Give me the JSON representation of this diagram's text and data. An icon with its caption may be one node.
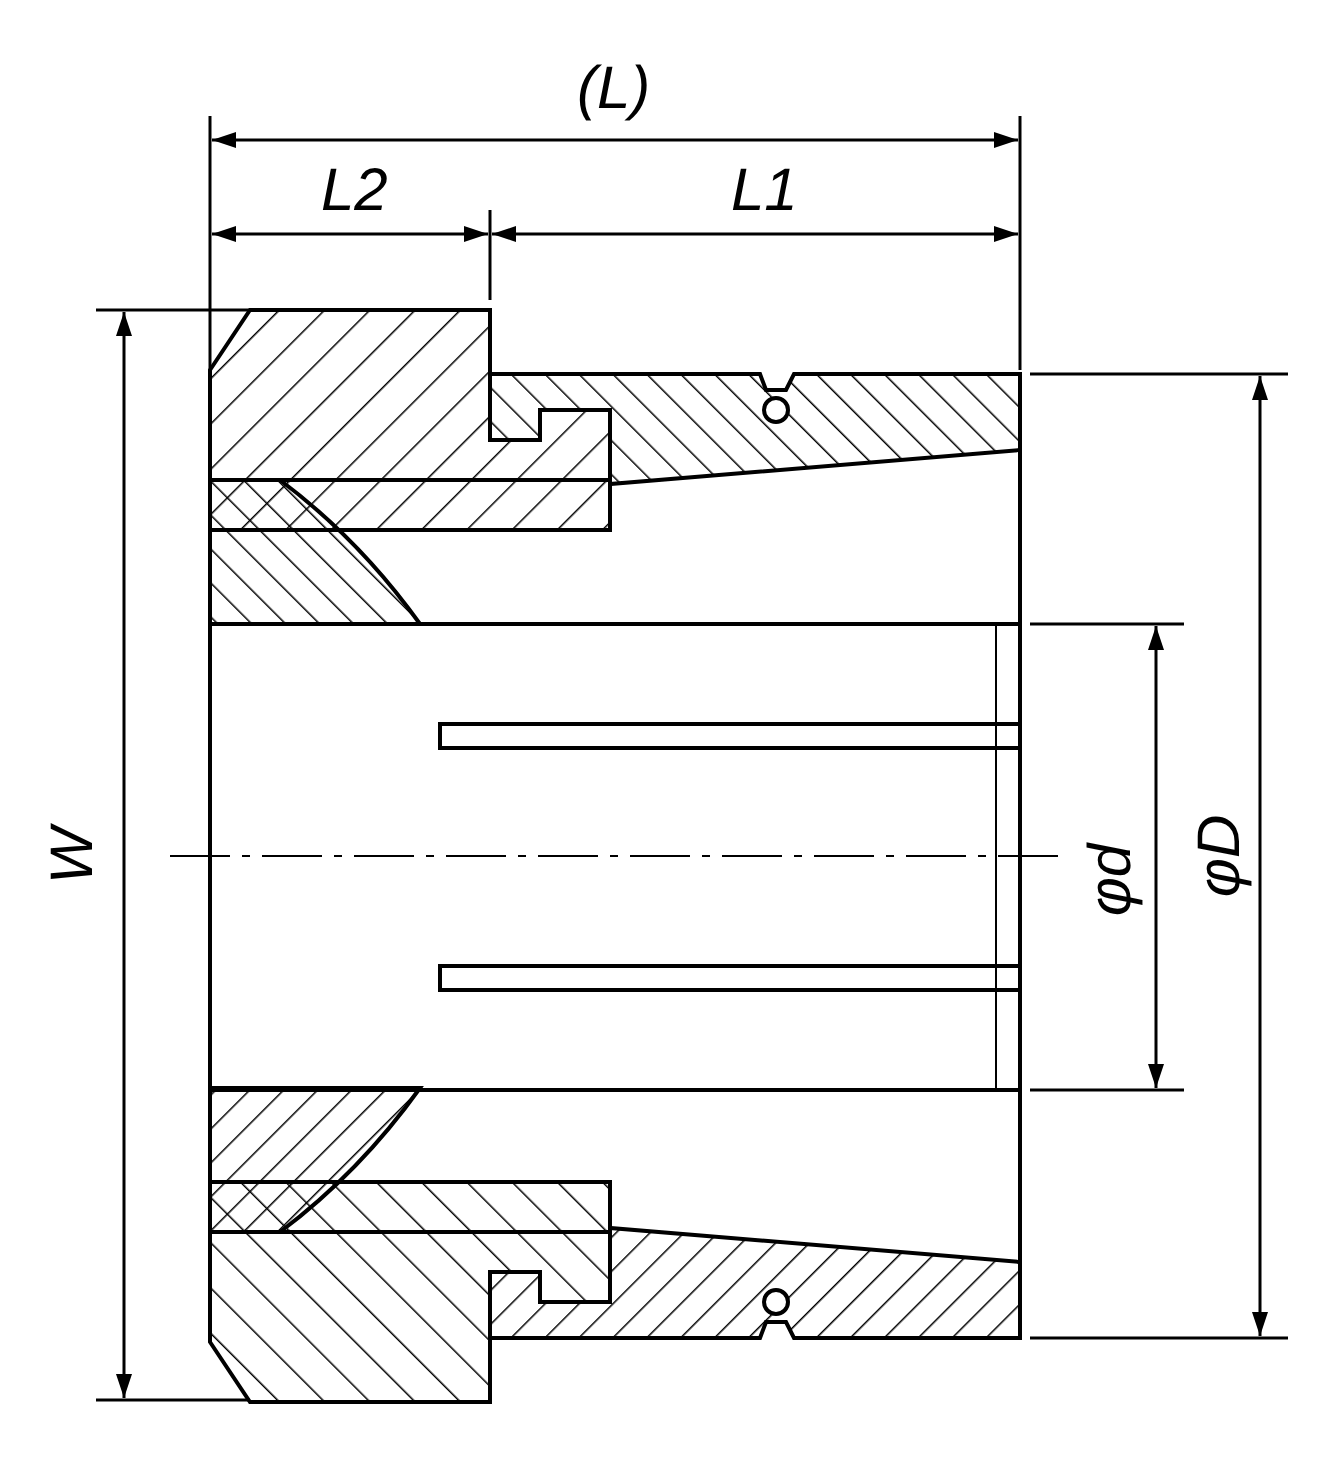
{
  "diagram": {
    "labels": [
      "(L)",
      "L2",
      "L1",
      "W",
      "φd",
      "φD"
    ]
  }
}
